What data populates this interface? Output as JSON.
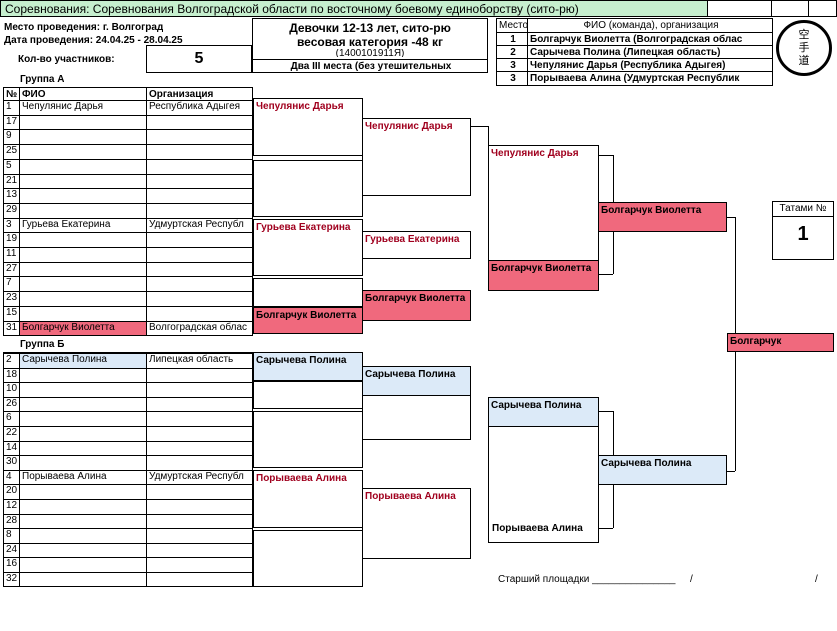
{
  "header": {
    "title": "Соревнования: Соревнования Волгоградской области по восточному боевому единоборству (сито-рю)",
    "venue": "Место проведения: г. Волгоград",
    "dates": "Дата проведения: 24.04.25 - 28.04.25",
    "participants_label": "Кол-во участников:",
    "participants_count": "5",
    "category_line1": "Девочки 12-13 лет, сито-рю",
    "category_line2": "весовая категория -48 кг",
    "category_code": "(1400101911Я)",
    "category_note": "Два III места (без утешительных"
  },
  "places": {
    "col_place": "Место",
    "col_name": "ФИО (команда), организация",
    "rows": [
      {
        "place": "1",
        "name": "Болгарчук Виолетта  (Волгоградская облас"
      },
      {
        "place": "2",
        "name": "Сарычева Полина  (Липецкая область)"
      },
      {
        "place": "3",
        "name": "Чепулянис Дарья  (Республика Адыгея)"
      },
      {
        "place": "3",
        "name": "Порываева Алина  (Удмуртская Республик"
      }
    ]
  },
  "logo": {
    "icon": "karate-kanji-emblem",
    "glyphs": "空手道"
  },
  "tatami": {
    "label": "Татами №",
    "value": "1"
  },
  "groupA": {
    "title": "Группа А",
    "col_num": "№",
    "col_name": "ФИО",
    "col_org": "Организация",
    "rows": [
      {
        "num": "1",
        "name": "Чепулянис Дарья",
        "org": "Республика Адыгея"
      },
      {
        "num": "17",
        "name": "",
        "org": ""
      },
      {
        "num": "9",
        "name": "",
        "org": ""
      },
      {
        "num": "25",
        "name": "",
        "org": ""
      },
      {
        "num": "5",
        "name": "",
        "org": ""
      },
      {
        "num": "21",
        "name": "",
        "org": ""
      },
      {
        "num": "13",
        "name": "",
        "org": ""
      },
      {
        "num": "29",
        "name": "",
        "org": ""
      },
      {
        "num": "3",
        "name": "Гурьева Екатерина",
        "org": "Удмуртская Республ"
      },
      {
        "num": "19",
        "name": "",
        "org": ""
      },
      {
        "num": "11",
        "name": "",
        "org": ""
      },
      {
        "num": "27",
        "name": "",
        "org": ""
      },
      {
        "num": "7",
        "name": "",
        "org": ""
      },
      {
        "num": "23",
        "name": "",
        "org": ""
      },
      {
        "num": "15",
        "name": "",
        "org": ""
      },
      {
        "num": "31",
        "name": "Болгарчук Виолетта",
        "org": "Волгоградская облас"
      }
    ]
  },
  "groupB": {
    "title": "Группа Б",
    "rows": [
      {
        "num": "2",
        "name": "Сарычева Полина",
        "org": "Липецкая область"
      },
      {
        "num": "18",
        "name": "",
        "org": ""
      },
      {
        "num": "10",
        "name": "",
        "org": ""
      },
      {
        "num": "26",
        "name": "",
        "org": ""
      },
      {
        "num": "6",
        "name": "",
        "org": ""
      },
      {
        "num": "22",
        "name": "",
        "org": ""
      },
      {
        "num": "14",
        "name": "",
        "org": ""
      },
      {
        "num": "30",
        "name": "",
        "org": ""
      },
      {
        "num": "4",
        "name": "Порываева Алина",
        "org": "Удмуртская Республ"
      },
      {
        "num": "20",
        "name": "",
        "org": ""
      },
      {
        "num": "12",
        "name": "",
        "org": ""
      },
      {
        "num": "28",
        "name": "",
        "org": ""
      },
      {
        "num": "8",
        "name": "",
        "org": ""
      },
      {
        "num": "24",
        "name": "",
        "org": ""
      },
      {
        "num": "16",
        "name": "",
        "org": ""
      },
      {
        "num": "32",
        "name": "",
        "org": ""
      }
    ]
  },
  "bracket": {
    "a_r1_1": "Чепулянис Дарья",
    "a_r1_5": "Гурьева Екатерина",
    "a_r1_8": "Болгарчук Виолетта",
    "a_r2_1": "Чепулянис Дарья",
    "a_r2_3": "Гурьева Екатерина",
    "a_r2_4": "Болгарчук Виолетта",
    "a_r3_1": "Чепулянис Дарья",
    "a_r3_2": "Болгарчук Виолетта",
    "a_final": "Болгарчук Виолетта",
    "b_r1_1": "Сарычева Полина",
    "b_r1_5": "Порываева Алина",
    "b_r2_1": "Сарычева Полина",
    "b_r2_3": "Порываева Алина",
    "b_r3_1": "Сарычева Полина",
    "b_r3_2": "Порываева Алина",
    "b_final": "Сарычева Полина",
    "champion": "Болгарчук"
  },
  "footer": {
    "referee": "Старший площадки _______________",
    "slash1": "/",
    "slash2": "/"
  },
  "colors": {
    "winner_fill": "#f0697d",
    "second_fill": "#dceaf8",
    "header_fill": "#c6efce",
    "winner_text": "#a0001e"
  }
}
